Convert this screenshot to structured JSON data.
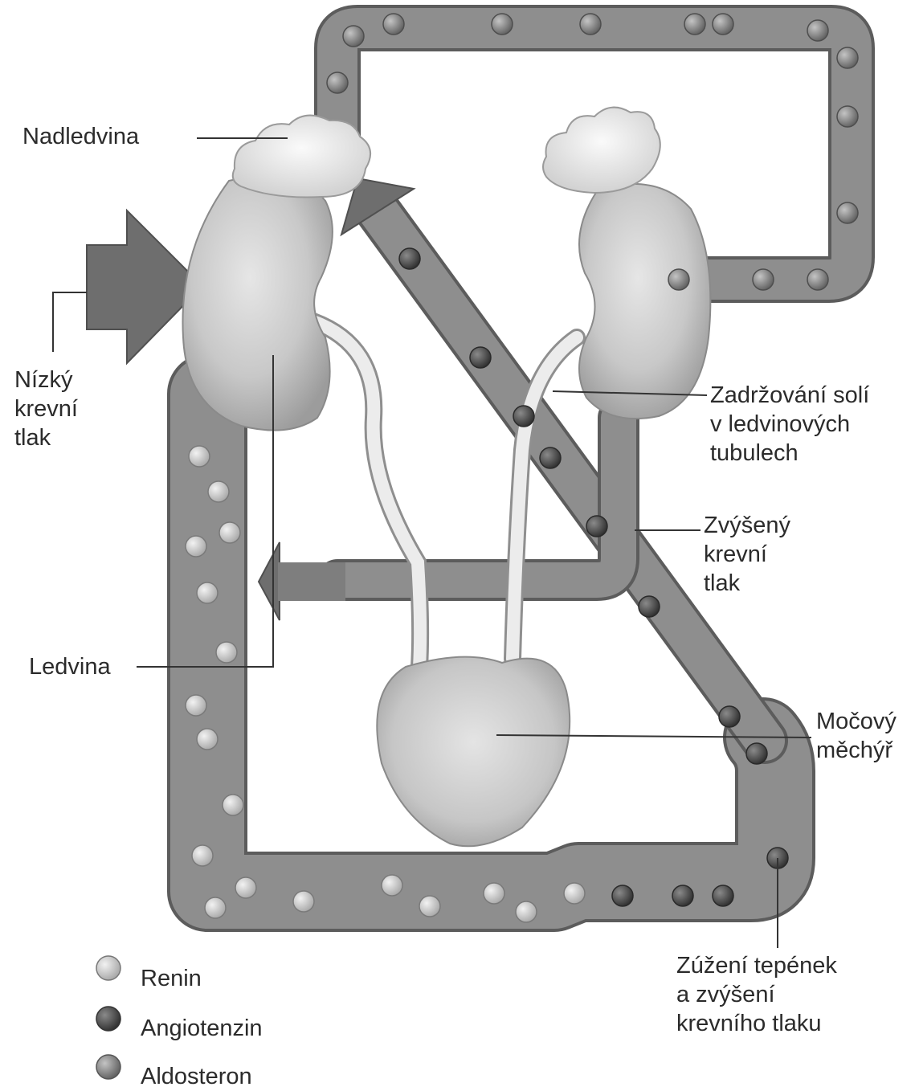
{
  "labels": {
    "adrenal": "Nadledvina",
    "low_pressure": [
      "Nízký",
      "krevní",
      "tlak"
    ],
    "salt_retention": [
      "Zadržování solí",
      "v ledvinových",
      "tubulech"
    ],
    "raised_pressure": [
      "Zvýšený",
      "krevní",
      "tlak"
    ],
    "kidney": "Ledvina",
    "bladder": [
      "Močový",
      "měchýř"
    ],
    "constriction": [
      "Zúžení tepének",
      "a zvýšení",
      "krevního tlaku"
    ]
  },
  "legend": [
    {
      "label": "Renin",
      "color": "#bdbdbd"
    },
    {
      "label": "Angiotenzin",
      "color": "#555555"
    },
    {
      "label": "Aldosteron",
      "color": "#8a8a8a"
    }
  ],
  "colors": {
    "vessel": "#8e8e8e",
    "vessel_edge": "#5c5c5c",
    "arrow": "#6e6e6e",
    "kidney": "#c4c4c4",
    "adrenal": "#e8e8e8",
    "leader_line": "#333333",
    "text": "#2b2b2b"
  }
}
